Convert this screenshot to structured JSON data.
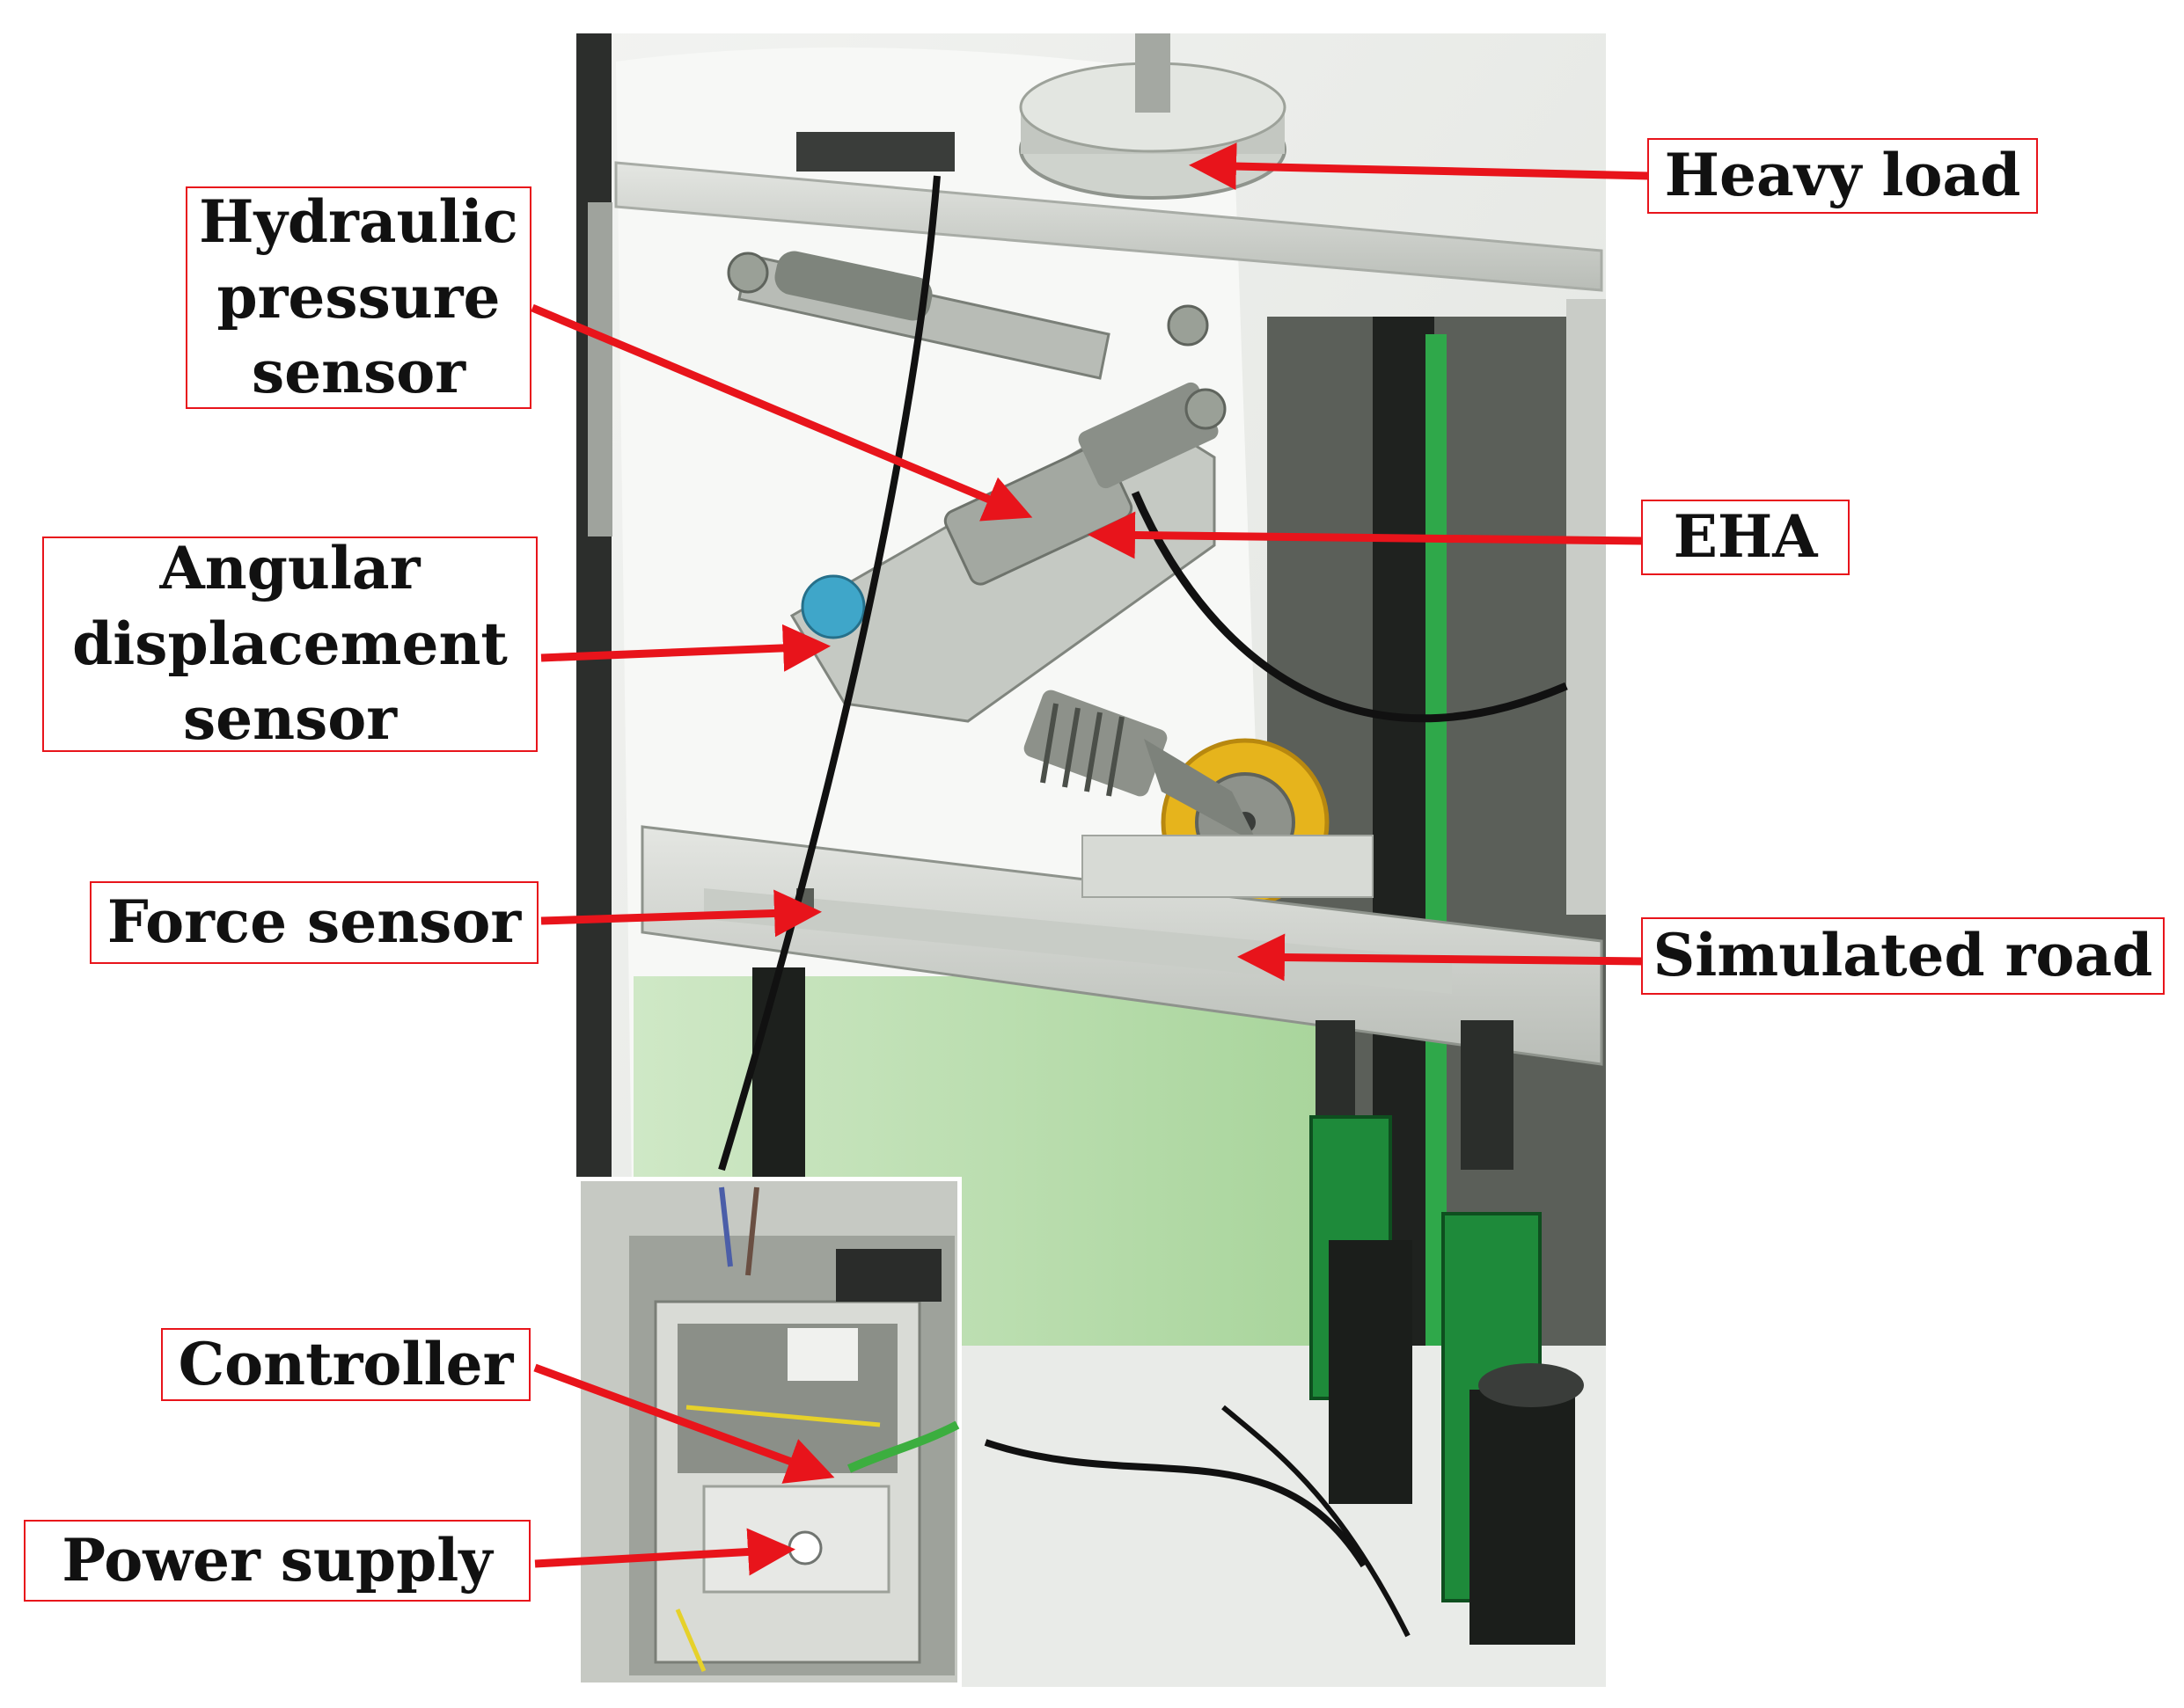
{
  "labels": {
    "heavy_load": "Heavy load",
    "hydraulic_pressure_sensor": "Hydraulic\npressure\nsensor",
    "eha": "EHA",
    "angular_displacement_sensor": "Angular\ndisplacement\nsensor",
    "force_sensor": "Force sensor",
    "simulated_road": "Simulated road",
    "controller": "Controller",
    "power_supply": "Power supply"
  },
  "colors": {
    "annotation": "#e8141b",
    "frame": "#d5d7d2",
    "wall": "#e6e8e4",
    "wheel": "#e6b41c",
    "green_panel": "#bfe0b4",
    "actuator": "#1e8a3a",
    "cabinet": "#cfd2cc"
  }
}
